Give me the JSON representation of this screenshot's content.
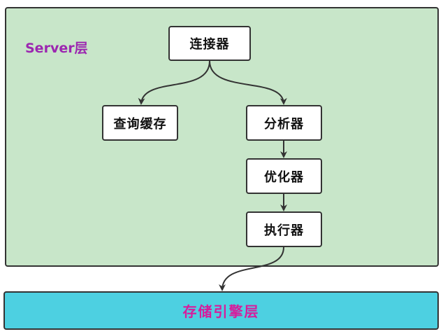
{
  "server_layer": {
    "label": "Server层",
    "fill_color": "#c8e6c9",
    "label_color": "#9c27b0"
  },
  "nodes": {
    "connector": "连接器",
    "query_cache": "查询缓存",
    "analyzer": "分析器",
    "optimizer": "优化器",
    "executor": "执行器"
  },
  "storage_layer": {
    "label": "存储引擎层",
    "fill_color": "#4dd0e1",
    "label_color": "#d81b9c"
  },
  "edges": [
    {
      "from": "connector",
      "to": "query_cache"
    },
    {
      "from": "connector",
      "to": "analyzer"
    },
    {
      "from": "analyzer",
      "to": "optimizer"
    },
    {
      "from": "optimizer",
      "to": "executor"
    },
    {
      "from": "executor",
      "to": "storage_layer"
    }
  ]
}
